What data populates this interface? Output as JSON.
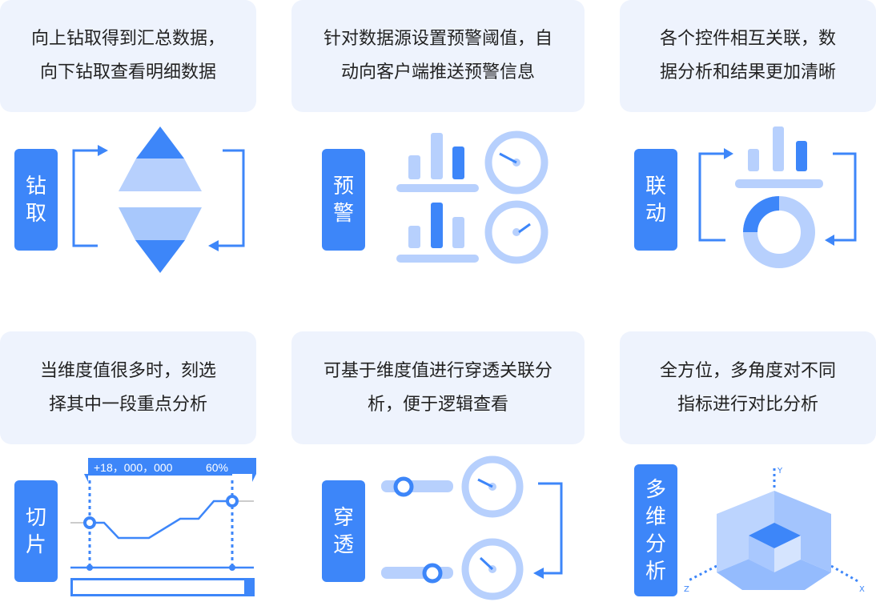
{
  "colors": {
    "primary": "#3d86f9",
    "light": "#b7d0fd",
    "card": "#eef3fd"
  },
  "panels": [
    {
      "lines": [
        "向上钻取得到汇总数据，",
        "向下钻取查看明细数据"
      ],
      "label": [
        "钻",
        "取"
      ]
    },
    {
      "lines": [
        "针对数据源设置预警阈值，自",
        "动向客户端推送预警信息"
      ],
      "label": [
        "预",
        "警"
      ]
    },
    {
      "lines": [
        "各个控件相互关联，数",
        "据分析和结果更加清晰"
      ],
      "label": [
        "联",
        "动"
      ]
    },
    {
      "lines": [
        "当维度值很多时，刻选",
        "择其中一段重点分析"
      ],
      "label": [
        "切",
        "片"
      ]
    },
    {
      "lines": [
        "可基于维度值进行穿透关联分",
        "析，便于逻辑查看"
      ],
      "label": [
        "穿",
        "透"
      ]
    },
    {
      "lines": [
        "全方位，多角度对不同",
        "指标进行对比分析"
      ],
      "label": [
        "多",
        "维",
        "分",
        "析"
      ]
    }
  ],
  "slice": {
    "value": "+18，000，000",
    "percent": "60%"
  },
  "axes": {
    "x": "X",
    "y": "Y",
    "z": "Z"
  }
}
